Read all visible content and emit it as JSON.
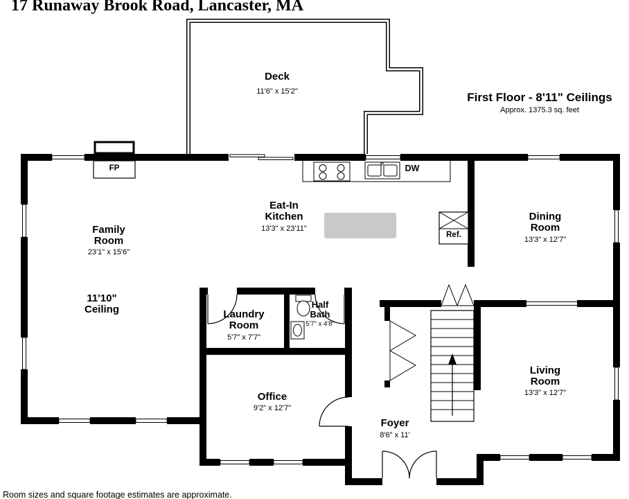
{
  "header": {
    "title": "17 Runaway Brook Road, Lancaster, MA",
    "floor": "First Floor - 8'11\" Ceilings",
    "sqft": "Approx. 1375.3 sq. feet"
  },
  "footer": {
    "note": "Room sizes and square footage estimates are approximate."
  },
  "rooms": {
    "deck": {
      "name": "Deck",
      "dims": "11'6\" x 15'2\""
    },
    "family_room": {
      "name": "Family Room",
      "dims": "23'1\" x 15'6\"",
      "ceiling": "11'10\" Ceiling"
    },
    "kitchen": {
      "name": "Eat-In Kitchen",
      "dims": "13'3\" x 23'11\""
    },
    "dining_room": {
      "name": "Dining Room",
      "dims": "13'3\" x 12'7\""
    },
    "laundry_room": {
      "name": "Laundry Room",
      "dims": "5'7\" x 7'7\""
    },
    "half_bath": {
      "name": "Half Bath",
      "dims": "5'7\" x 4'8\""
    },
    "office": {
      "name": "Office",
      "dims": "9'2\" x 12'7\""
    },
    "foyer": {
      "name": "Foyer",
      "dims": "8'6\" x 11'"
    },
    "living_room": {
      "name": "Living Room",
      "dims": "13'3\" x 12'7\""
    }
  },
  "labels": {
    "fireplace": "FP",
    "dishwasher": "DW",
    "refrigerator": "Ref."
  },
  "colors": {
    "walls": "#000000",
    "island_fill": "#c9c9c9",
    "background": "#ffffff"
  }
}
